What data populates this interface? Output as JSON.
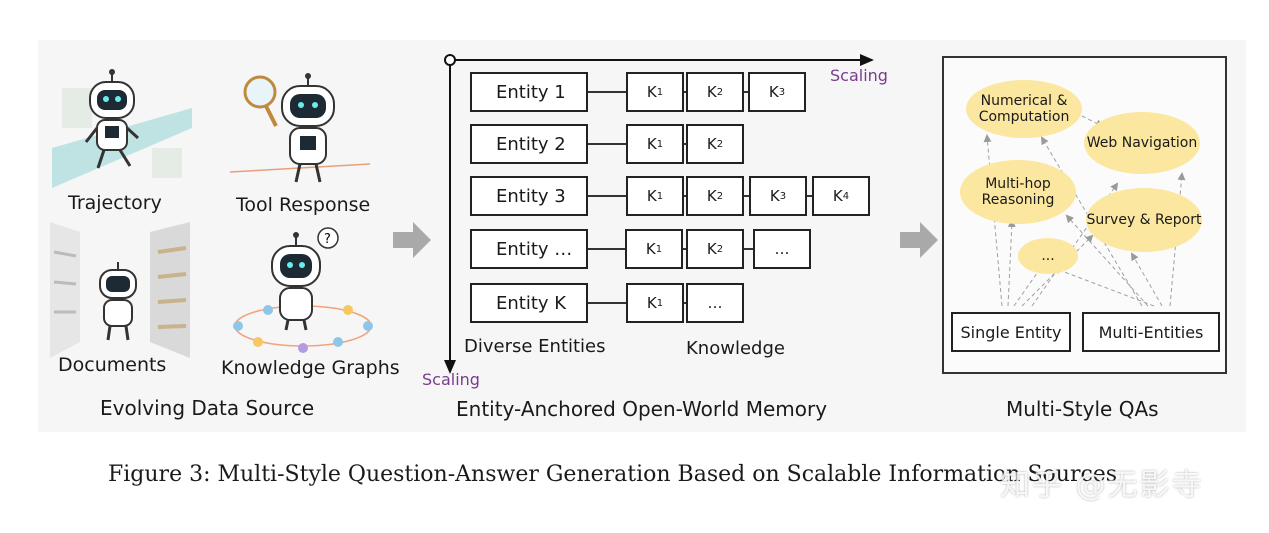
{
  "data_source": {
    "items": [
      "Trajectory",
      "Tool Response",
      "Documents",
      "Knowledge Graphs"
    ],
    "title": "Evolving Data Source"
  },
  "memory": {
    "title": "Entity-Anchored Open-World Memory",
    "scaling_x": "Scaling",
    "scaling_y": "Scaling",
    "axis_label_entities": "Diverse Entities",
    "axis_label_knowledge": "Knowledge",
    "rows": [
      {
        "entity": "Entity 1",
        "k": [
          "1",
          "2",
          "3"
        ]
      },
      {
        "entity": "Entity 2",
        "k": [
          "1",
          "2"
        ]
      },
      {
        "entity": "Entity 3",
        "k": [
          "1",
          "2",
          "3",
          "4"
        ]
      },
      {
        "entity": "Entity …",
        "k": [
          "1",
          "2",
          "…"
        ]
      },
      {
        "entity": "Entity K",
        "k": [
          "1",
          "…"
        ]
      }
    ]
  },
  "qa": {
    "title": "Multi-Style QAs",
    "styles": [
      "Numerical & Computation",
      "Web Navigation",
      "Multi-hop Reasoning",
      "Survey & Report",
      "..."
    ],
    "sources": [
      "Single Entity",
      "Multi-Entities"
    ]
  },
  "caption": "Figure 3: Multi-Style Question-Answer Generation Based on Scalable Information Sources",
  "watermark": "知乎 @无影寺",
  "colors": {
    "scaling": "#7a3c8c",
    "ellipse": "#fbe79f",
    "arrow": "#9a9a9a"
  }
}
